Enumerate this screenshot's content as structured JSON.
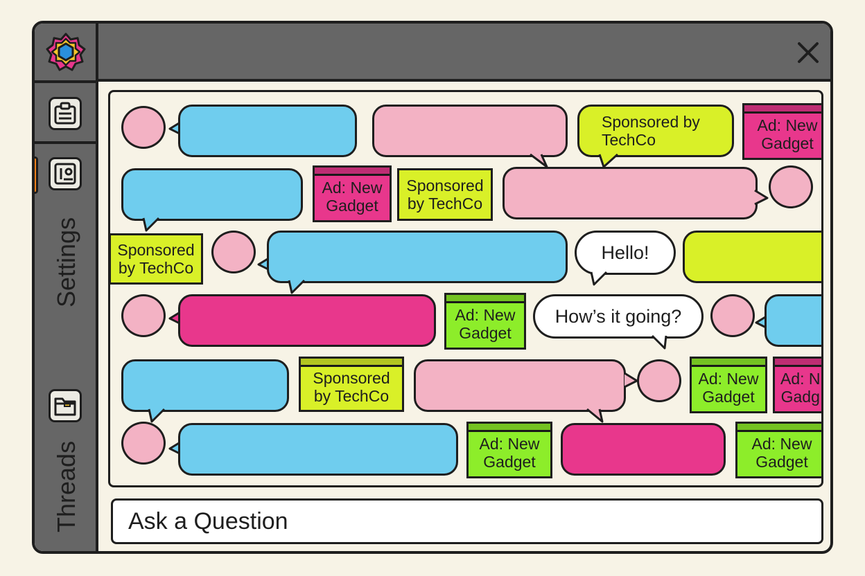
{
  "colors": {
    "blue": "#6fcdee",
    "pink": "#f3b2c4",
    "magenta": "#e8378c",
    "lime": "#d9f028",
    "green": "#8ded2a",
    "chrome": "#666666",
    "accent": "#f2821a"
  },
  "window": {
    "close_icon": "close-x-icon"
  },
  "sidebar": {
    "logo_icon": "flower-star-logo-icon",
    "items": [
      {
        "name": "clipboard",
        "icon": "clipboard-icon"
      },
      {
        "name": "profile",
        "icon": "id-card-icon",
        "active": true
      },
      {
        "name": "folder",
        "icon": "folder-icon"
      }
    ],
    "labels": {
      "settings": "Settings",
      "threads": "Threads"
    }
  },
  "feed": {
    "sponsored": "Sponsored by TechCo",
    "sponsored_line1": "Sponsored",
    "sponsored_line2": "by TechCo",
    "ad_line1": "Ad: New",
    "ad_line2": "Gadget",
    "ad_cut_line1": "Ad: N",
    "ad_cut_line2": "Gadg",
    "hello": "Hello!",
    "hows_it_going": "How’s it going?"
  },
  "composer": {
    "placeholder": "Ask a Question"
  }
}
